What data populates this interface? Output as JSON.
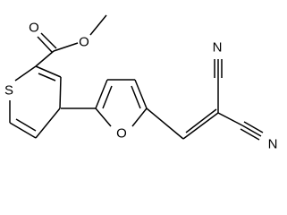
{
  "molecule": {
    "atoms": {
      "ring_oxygen": "O",
      "carbonyl_oxygen": "O",
      "ester_oxygen": "O",
      "sulfur": "S",
      "nitrile_n_top": "N",
      "nitrile_n_bottom": "N"
    },
    "colors": {
      "ink": "#000000",
      "background": "#ffffff"
    }
  }
}
